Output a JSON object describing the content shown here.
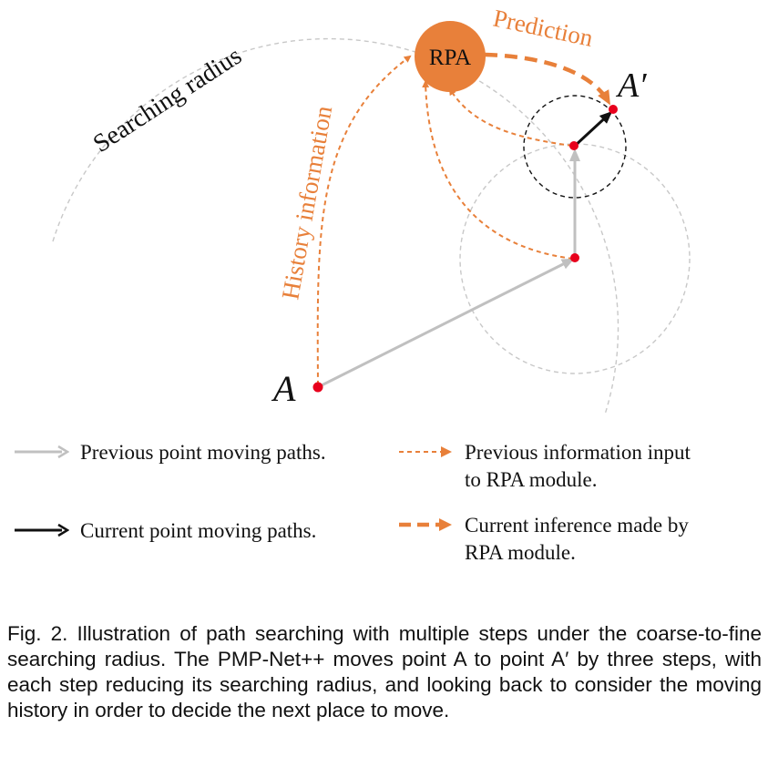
{
  "diagram": {
    "searching_radius_label": "Searching radius",
    "history_label": "History information",
    "prediction_label": "Prediction",
    "module_label": "RPA",
    "point_start_label": "A",
    "point_end_label": "A′"
  },
  "legend": {
    "previous_paths": "Previous point moving paths.",
    "current_paths": "Current point moving paths.",
    "previous_info_line1": "Previous information input",
    "previous_info_line2": "to RPA module.",
    "current_inference_line1": "Current inference made by",
    "current_inference_line2": "RPA module."
  },
  "caption": {
    "text": "Fig. 2. Illustration of path searching with multiple steps under the coarse-to-fine searching radius. The PMP-Net++ moves point A to point A′ by three steps, with each step reducing its searching radius, and looking back to consider the moving history in order to decide the next place to move."
  },
  "colors": {
    "orange": "#e8803a",
    "gray_path": "#c0c0c0",
    "point_red": "#e8001c",
    "black": "#111111"
  }
}
